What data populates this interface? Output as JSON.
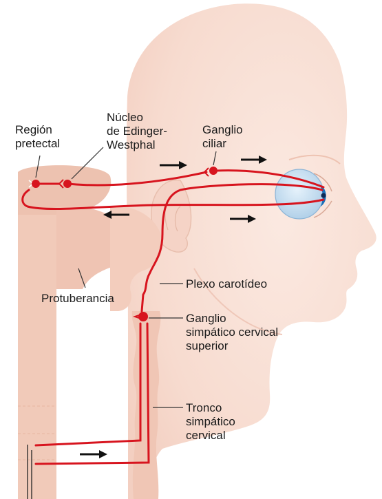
{
  "labels": {
    "region_pretectal": [
      "Región",
      "pretectal"
    ],
    "edinger_westphal": [
      "Núcleo",
      "de Edinger-",
      "Westphal"
    ],
    "ganglio_ciliar": [
      "Ganglio",
      "ciliar"
    ],
    "protuberancia": "Protuberancia",
    "plexo_carotideo": "Plexo carotídeo",
    "ganglio_simpatico": [
      "Ganglio",
      "simpático cervical",
      "superior"
    ],
    "tronco_simpatico": [
      "Tronco",
      "simpático",
      "cervical"
    ]
  },
  "colors": {
    "pathway": "#d7141e",
    "head_skin": "#f7d9cd",
    "brain": "#f1c8b8",
    "eye": "#cfe5f4",
    "iris": "#1a6fb8",
    "arrow": "#111111",
    "label_text": "#1a1a1a"
  }
}
